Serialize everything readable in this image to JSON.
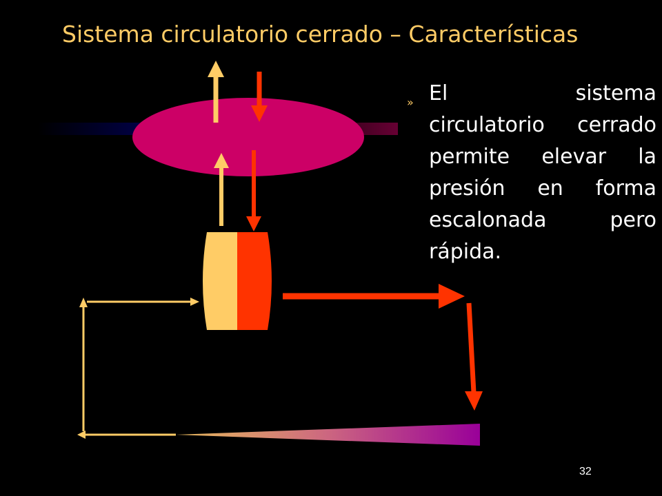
{
  "title": "Sistema circulatorio cerrado – Características",
  "bullet": {
    "icon": "»",
    "text": "El sistema circulatorio cerrado permite elevar la presión en forma escalonada pero rápida."
  },
  "slide_number": "32",
  "colors": {
    "background": "#000000",
    "title": "#FFCC66",
    "lung": "#CC0066",
    "venous": "#FFCC66",
    "arterial": "#FF3300",
    "systemic_end": "#990099",
    "pulmonary_in": "#000033",
    "pulmonary_out": "#660033"
  }
}
